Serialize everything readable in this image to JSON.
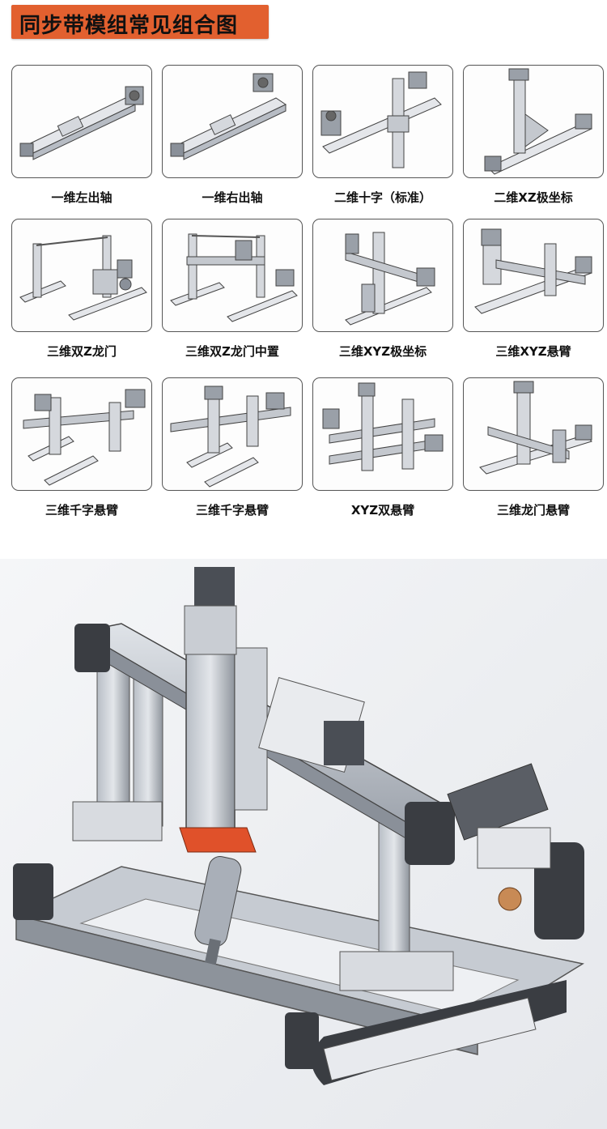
{
  "header": {
    "title": "同步带模组常见组合图"
  },
  "modules": [
    {
      "label": "一维左出轴",
      "icon": "single-axis-left-motor-icon"
    },
    {
      "label": "一维右出轴",
      "icon": "single-axis-right-motor-icon"
    },
    {
      "label": "二维十字（标准）",
      "icon": "two-axis-cross-icon"
    },
    {
      "label": "二维XZ极坐标",
      "icon": "two-axis-xz-polar-icon"
    },
    {
      "label": "三维双Z龙门",
      "icon": "three-axis-double-z-gantry-icon"
    },
    {
      "label": "三维双Z龙门中置",
      "icon": "three-axis-double-z-gantry-center-icon"
    },
    {
      "label": "三维XYZ极坐标",
      "icon": "three-axis-xyz-polar-icon"
    },
    {
      "label": "三维XYZ悬臂",
      "icon": "three-axis-xyz-cantilever-icon"
    },
    {
      "label": "三维千字悬臂",
      "icon": "three-axis-qian-cantilever-icon"
    },
    {
      "label": "三维千字悬臂",
      "icon": "three-axis-qian-cantilever-b-icon"
    },
    {
      "label": "XYZ双悬臂",
      "icon": "xyz-double-cantilever-icon"
    },
    {
      "label": "三维龙门悬臂",
      "icon": "three-axis-gantry-cantilever-icon"
    }
  ],
  "hero": {
    "icon": "xyz-gantry-render-icon"
  },
  "colors": {
    "banner": "#e2602f",
    "mount_plate": "#e0512a",
    "rail": "#c9ced6",
    "frame_dark": "#3a3d42"
  }
}
